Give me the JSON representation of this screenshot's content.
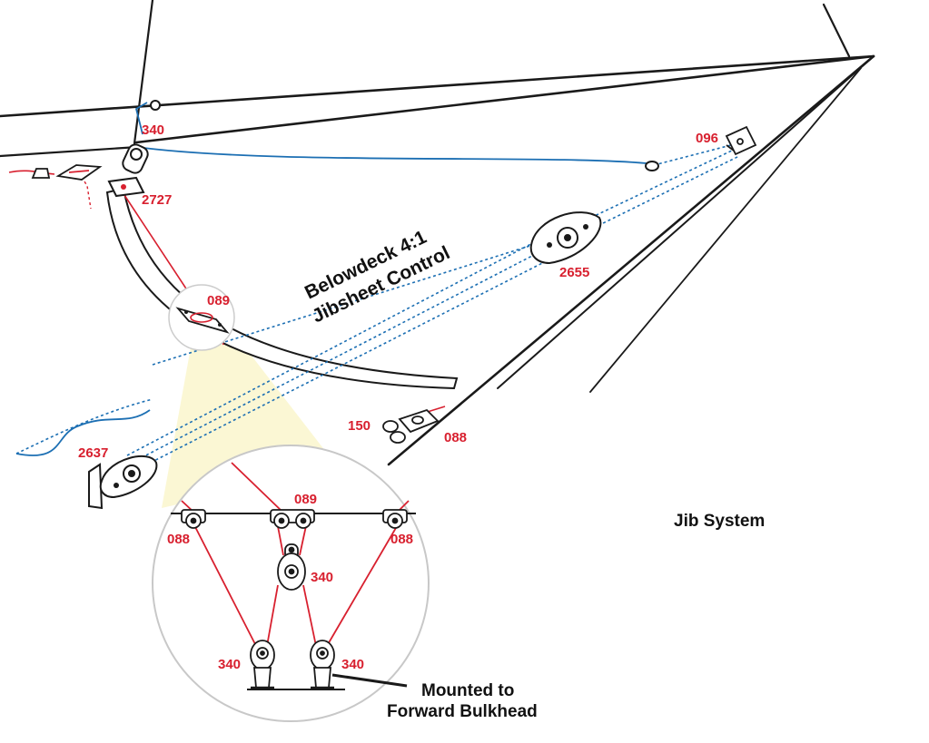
{
  "diagram": {
    "title_line1": "Belowdeck 4:1",
    "title_line2": "Jibsheet Control",
    "system_label": "Jib System",
    "mount_line1": "Mounted to",
    "mount_line2": "Forward Bulkhead",
    "colors": {
      "part_label": "#d8202f",
      "red_line": "#d8202f",
      "blue_line": "#1c6fb3",
      "outline": "#1a1a1a",
      "highlight": "#fbf6cf"
    },
    "part_labels": {
      "p340_top": "340",
      "p2727": "2727",
      "p096": "096",
      "p2655": "2655",
      "p089": "089",
      "p150": "150",
      "p088": "088",
      "p2637": "2637",
      "d089": "089",
      "d088_left": "088",
      "d088_right": "088",
      "d340_center": "340",
      "d340_left": "340",
      "d340_right": "340"
    }
  }
}
